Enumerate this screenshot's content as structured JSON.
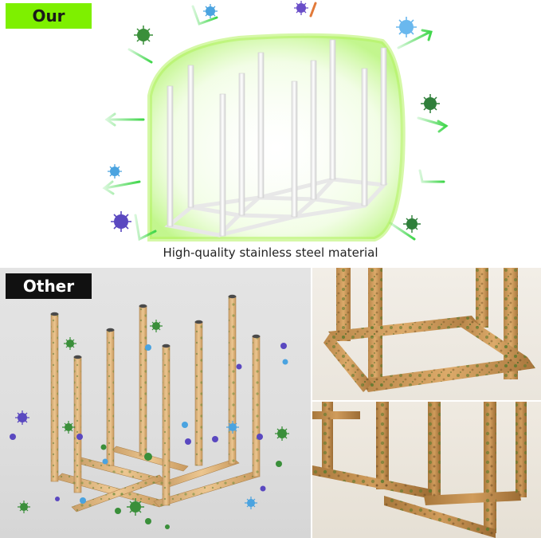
{
  "labels": {
    "our": "Our",
    "other": "Other",
    "caption": "High-quality stainless steel material"
  },
  "colors": {
    "our_badge": "#7ef000",
    "other_badge": "#111111",
    "shield_green": "#b6f56a",
    "arrow_green": "#5fe04a",
    "wood": "#e8bf85",
    "mold": "#6f8a3a",
    "steel": "#ffffff"
  },
  "icons": [
    "virus-icon",
    "arrow-icon"
  ]
}
